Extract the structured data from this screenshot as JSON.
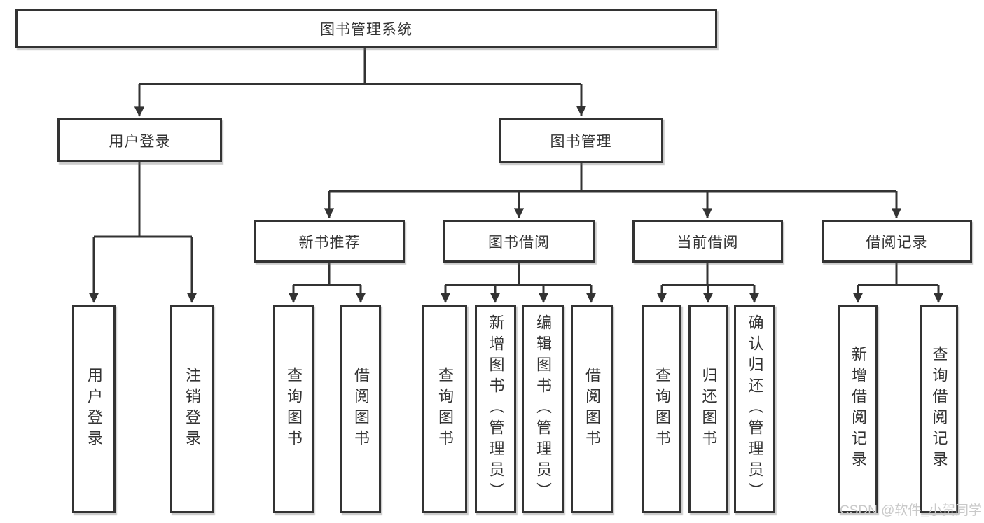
{
  "diagram": {
    "watermark": "CSDN @软件_小贺同学",
    "colors": {
      "line": "#333333",
      "text": "#333333",
      "watermark": "#c9c9c9",
      "background": "#ffffff"
    },
    "tree": {
      "label": "图书管理系统",
      "children": [
        {
          "label": "用户登录",
          "children": [
            {
              "label": "用户登录"
            },
            {
              "label": "注销登录"
            }
          ]
        },
        {
          "label": "图书管理",
          "children": [
            {
              "label": "新书推荐",
              "children": [
                {
                  "label": "查询图书"
                },
                {
                  "label": "借阅图书"
                }
              ]
            },
            {
              "label": "图书借阅",
              "children": [
                {
                  "label": "查询图书"
                },
                {
                  "label": "新增图书（管理员）"
                },
                {
                  "label": "编辑图书（管理员）"
                },
                {
                  "label": "借阅图书"
                }
              ]
            },
            {
              "label": "当前借阅",
              "children": [
                {
                  "label": "查询图书"
                },
                {
                  "label": "归还图书"
                },
                {
                  "label": "确认归还（管理员）"
                }
              ]
            },
            {
              "label": "借阅记录",
              "children": [
                {
                  "label": "新增借阅记录"
                },
                {
                  "label": "查询借阅记录"
                }
              ]
            }
          ]
        }
      ]
    }
  }
}
